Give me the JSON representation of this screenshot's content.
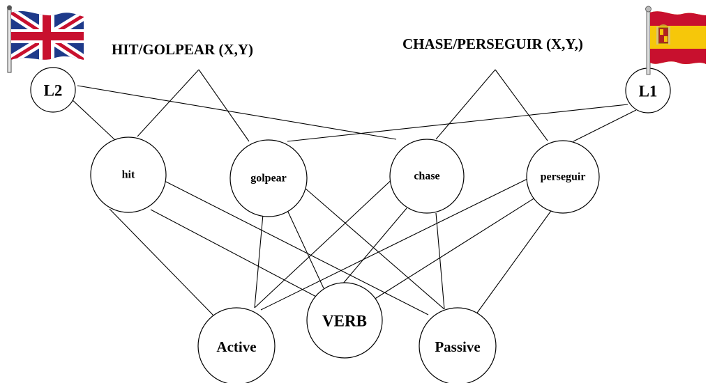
{
  "headers": {
    "left": "HIT/GOLPEAR (X,Y)",
    "right": "CHASE/PERSEGUIR (X,Y,)"
  },
  "nodes": {
    "l2": "L2",
    "l1": "L1",
    "hit": "hit",
    "golpear": "golpear",
    "chase": "chase",
    "perseguir": "perseguir",
    "active": "Active",
    "verb": "VERB",
    "passive": "Passive"
  },
  "flags": {
    "left": "uk-flag-icon",
    "right": "spain-flag-icon"
  },
  "colors": {
    "uk_blue": "#1e3a8a",
    "uk_red": "#c8102e",
    "spain_red": "#c8102e",
    "spain_yellow": "#f6c70a"
  }
}
